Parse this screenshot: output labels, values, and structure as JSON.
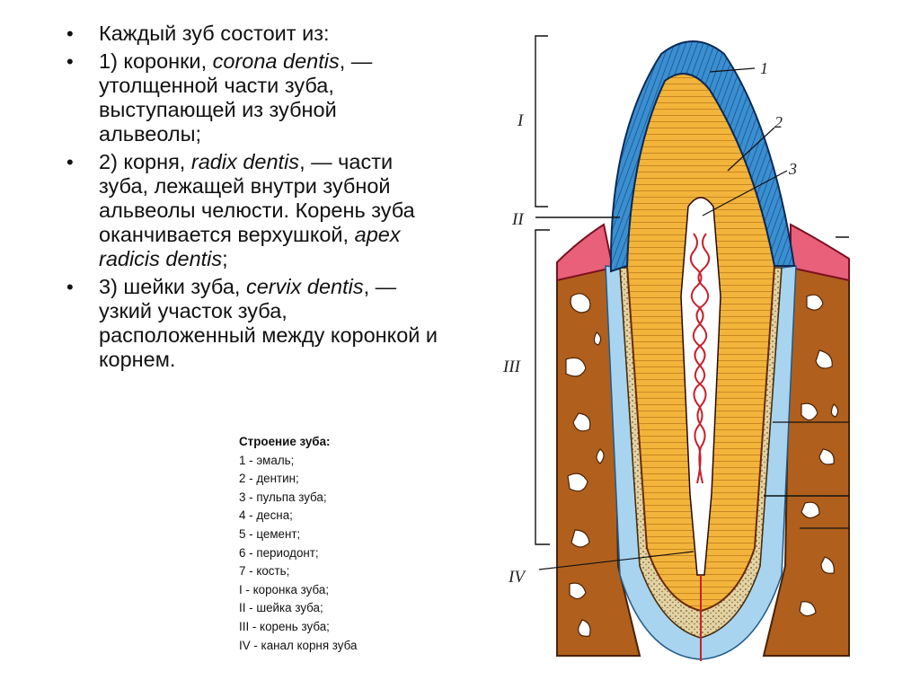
{
  "bullets": [
    {
      "pre": "Каждый зуб состоит из:",
      "term": "",
      "post": ""
    },
    {
      "pre": "1) коронки, ",
      "term": "corona dentis",
      "post": ", — утолщенной части зуба, выступающей из зубной альвеолы;"
    },
    {
      "pre": "2) корня, ",
      "term": "radix dentis",
      "post": ", — части зуба, лежащей внутри зубной альвеолы челюсти. Корень зуба оканчивается верхушкой, ",
      "term2": "apex radicis dentis",
      "post2": ";"
    },
    {
      "pre": "3) шейки зуба, ",
      "term": "cervix dentis",
      "post": ", — узкий участок зуба, расположенный между коронкой и корнем."
    }
  ],
  "legend": {
    "title": "Строение зуба:",
    "items": [
      "1 - эмаль;",
      "2 - дентин;",
      "3 - пульпа зуба;",
      "4 - десна;",
      "5 - цемент;",
      "6 - периодонт;",
      "7 - кость;",
      "I - коронка зуба;",
      "II - шейка зуба;",
      "III - корень зуба;",
      "IV - канал корня зуба"
    ]
  },
  "figure": {
    "numbers": [
      "1",
      "2",
      "3"
    ],
    "romans": [
      "I",
      "II",
      "III",
      "IV"
    ],
    "colors": {
      "enamel": "#3a8fd0",
      "dentin": "#f2b43a",
      "pulp": "#c8202c",
      "gum": "#e8607a",
      "bone": "#b0601c",
      "periodont": "#a8d4ef",
      "cement": "#d8c89a"
    }
  }
}
